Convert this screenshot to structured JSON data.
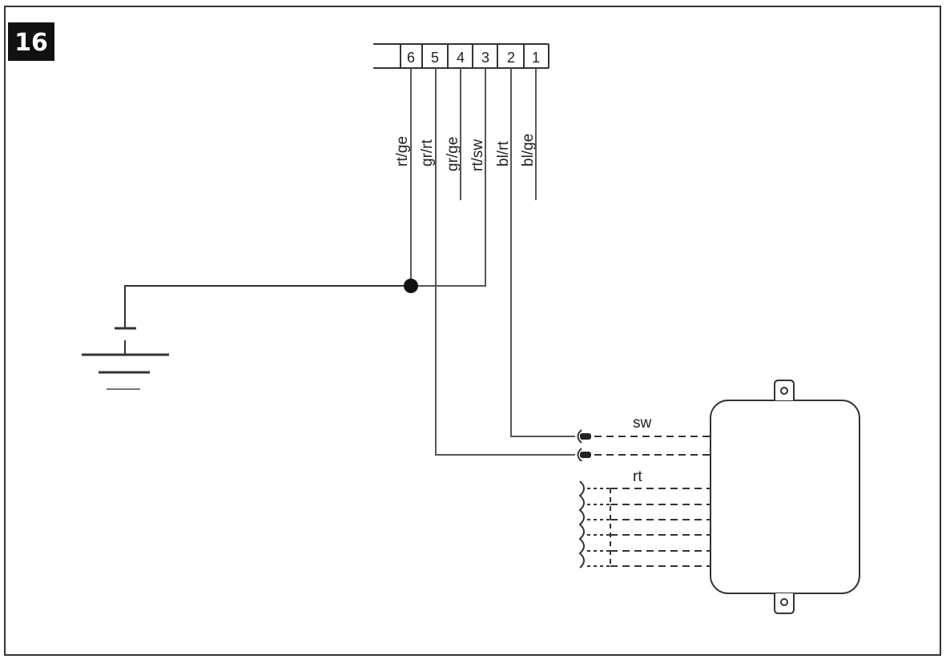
{
  "figure_number": "16",
  "connector": {
    "pins": [
      "6",
      "5",
      "4",
      "3",
      "2",
      "1"
    ],
    "wires": [
      "rt/ge",
      "gr/rt",
      "gr/ge",
      "rt/sw",
      "bl/rt",
      "bl/ge"
    ]
  },
  "module": {
    "group_labels": [
      "sw",
      "rt"
    ]
  }
}
